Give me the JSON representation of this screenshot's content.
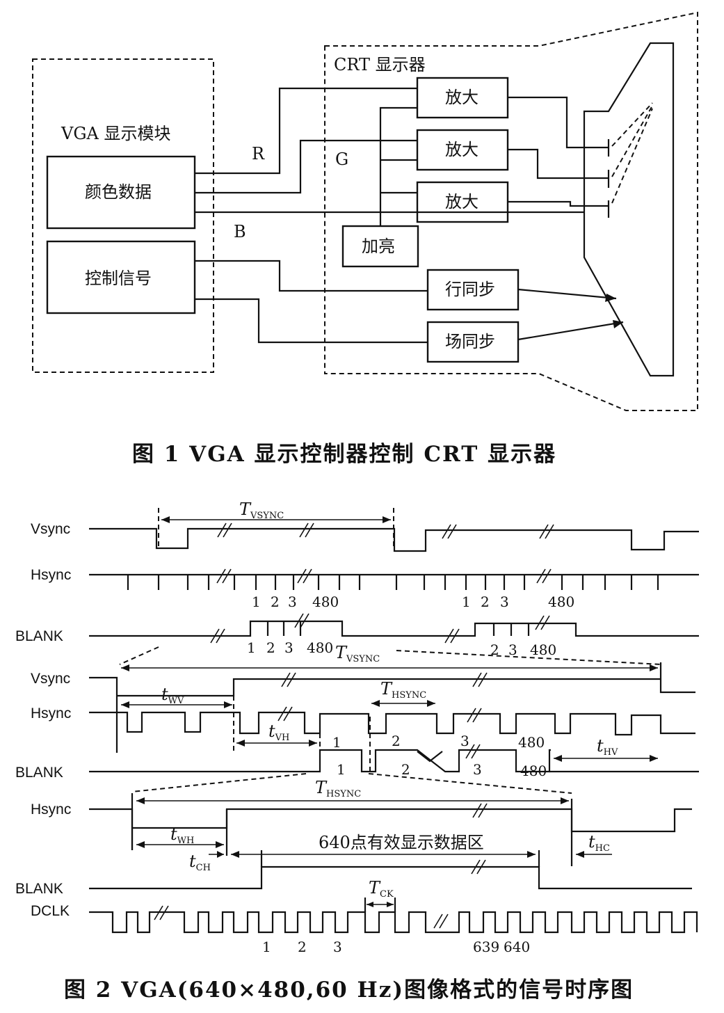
{
  "figure1": {
    "caption": "图 1   VGA 显示控制器控制 CRT 显示器",
    "vga_module_title": "VGA 显示模块",
    "color_data_box": "颜色数据",
    "control_signal_box": "控制信号",
    "crt_title": "CRT 显示器",
    "amp1": "放大",
    "amp2": "放大",
    "amp3": "放大",
    "brighten": "加亮",
    "hsync_block": "行同步",
    "vsync_block": "场同步",
    "wire_r": "R",
    "wire_g": "G",
    "wire_b": "B"
  },
  "figure2": {
    "caption": "图 2   VGA(640×480,60 Hz)图像格式的信号时序图",
    "signals": {
      "vsync_1": "Vsync",
      "hsync_1": "Hsync",
      "blank_1": "BLANK",
      "vsync_2": "Vsync",
      "hsync_2": "Hsync",
      "blank_2": "BLANK",
      "hsync_3": "Hsync",
      "blank_3": "BLANK",
      "dclk": "DCLK"
    },
    "timing_labels": {
      "t_vsync_top": {
        "sym": "T",
        "sub": "VSYNC"
      },
      "t_vsync_mid": {
        "sym": "T",
        "sub": "VSYNC"
      },
      "t_wv": {
        "sym": "t",
        "sub": "WV"
      },
      "t_vh": {
        "sym": "t",
        "sub": "VH"
      },
      "t_hsync_mid": {
        "sym": "T",
        "sub": "HSYNC"
      },
      "t_hv": {
        "sym": "t",
        "sub": "HV"
      },
      "t_hsync_low": {
        "sym": "T",
        "sub": "HSYNC"
      },
      "t_wh": {
        "sym": "t",
        "sub": "WH"
      },
      "t_ch": {
        "sym": "t",
        "sub": "CH"
      },
      "t_hc": {
        "sym": "t",
        "sub": "HC"
      },
      "t_ck": {
        "sym": "T",
        "sub": "CK"
      }
    },
    "active_area": "640点有效显示数据区",
    "line_numbers": {
      "n1": "1",
      "n2": "2",
      "n3": "3",
      "n480": "480",
      "n639": "639",
      "n640": "640"
    }
  }
}
